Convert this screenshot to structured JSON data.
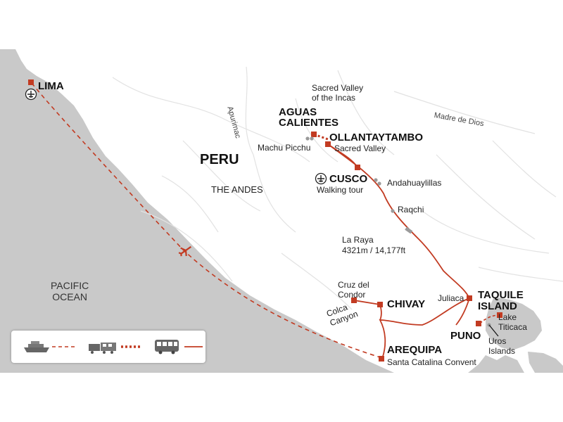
{
  "map": {
    "country": "PERU",
    "region": "THE ANDES",
    "ocean": "PACIFIC\nOCEAN",
    "rivers": {
      "apurimac": "Apurimac",
      "madre_de_dios": "Madre de Dios"
    },
    "cities": {
      "lima": "LIMA",
      "aguas_calientes": "AGUAS\nCALIENTES",
      "ollantaytambo": "OLLANTAYTAMBO",
      "cusco": "CUSCO",
      "chivay": "CHIVAY",
      "arequipa": "AREQUIPA",
      "taquile_island": "TAQUILE\nISLAND",
      "puno": "PUNO"
    },
    "places": {
      "sacred_valley_incas": "Sacred Valley\nof the Incas",
      "machu_picchu": "Machu Picchu",
      "sacred_valley": "Sacred Valley",
      "walking_tour": "Walking tour",
      "andahuaylillas": "Andahuaylillas",
      "raqchi": "Raqchi",
      "la_raya": "La Raya\n4321m / 14,177ft",
      "cruz_del_condor": "Cruz del\nCondor",
      "colca_canyon": "Colca\nCanyon",
      "santa_catalina": "Santa Catalina Convent",
      "juliaca": "Juliaca",
      "lake_titicaca": "Lake\nTiticaca",
      "uros_islands": "Uros\nIslands"
    },
    "colors": {
      "route": "#c23b22",
      "stop": "#c23b22",
      "water": "#c9c9c9",
      "land": "#ffffff",
      "river": "#e2e2e2",
      "poi": "#9a9a9a"
    },
    "legend": [
      {
        "mode": "boat",
        "line": "dashed",
        "icon": "boat-icon"
      },
      {
        "mode": "train",
        "line": "dotted",
        "icon": "train-icon"
      },
      {
        "mode": "bus",
        "line": "solid",
        "icon": "bus-icon"
      }
    ],
    "icons": {
      "airport": "airport-icon",
      "plane": "plane-icon"
    }
  }
}
